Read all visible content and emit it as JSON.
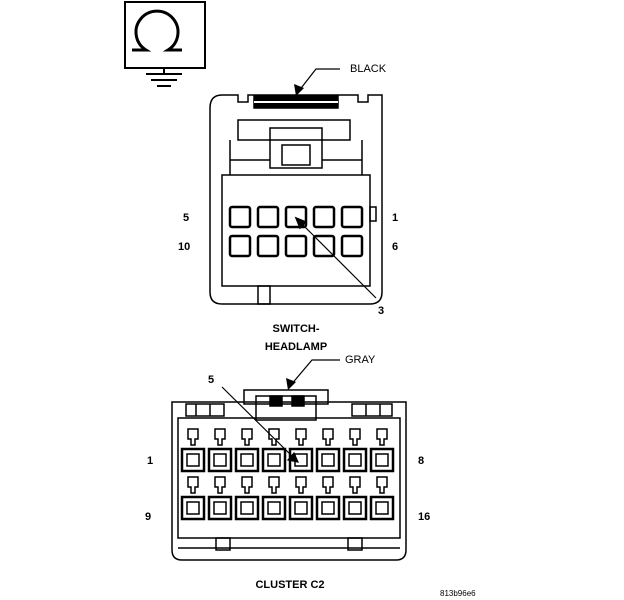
{
  "connector_1": {
    "color_label": "BLACK",
    "pin_labels": {
      "top_left": "5",
      "bottom_left": "10",
      "top_right": "1",
      "bottom_right": "6",
      "callout": "3"
    },
    "title_line1": "SWITCH-",
    "title_line2": "HEADLAMP"
  },
  "connector_2": {
    "color_label": "GRAY",
    "pin_labels": {
      "callout": "5",
      "top_left": "1",
      "bottom_left": "9",
      "top_right": "8",
      "bottom_right": "16"
    },
    "title": "CLUSTER C2"
  },
  "figure_id": "813b96e6",
  "ground_symbol": {
    "icon": "ohm-ground-icon"
  }
}
